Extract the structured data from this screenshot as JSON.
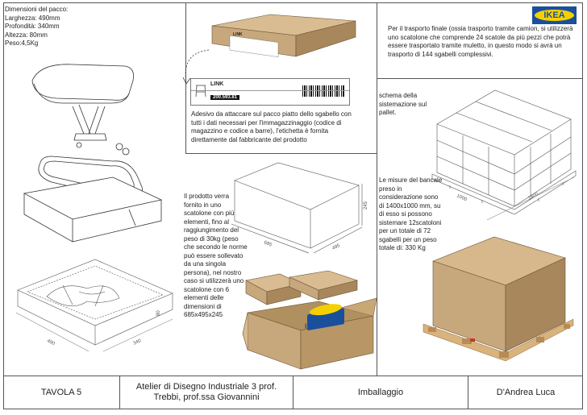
{
  "dimensions": {
    "title": "Dimensioni del pacco:",
    "width": "Larghezza:  490mm",
    "depth": "Profondità:  340mm",
    "height": "Altezza: 80mm",
    "weight": "Peso:4,5Kg"
  },
  "drawing_dims": {
    "small_w": "490",
    "small_d": "340",
    "small_h": "80",
    "big_w": "685",
    "big_d": "495",
    "big_h": "245",
    "pallet_w": "1400",
    "pallet_d": "1000"
  },
  "label": {
    "product": "LINK",
    "code": "200.593.81",
    "caption": "Adesivo da attaccare sul pacco piatto dello sgabello con tutti i dati necessari per l'immagazzinaggio (codice di magazzino e codice a barre), l'etichetta è fornita direttamente dal fabbricante del prodotto"
  },
  "brand": "IKEA",
  "transport_note": "Per il trasporto finale (ossia trasporto tramite camion, si utilizzerà uno scatolone che comprende 24 scatole da più pezzi che potrà essere trasportato tramite muletto, in questo modo si avrà un trasporto di 144 sgabelli complessivi.",
  "pallet_schema": "schema della sistemazione sul pallet.",
  "box_note": "Il prodotto verra fornito in uno scatolone con più elementi, fino al raggiungimento del peso di 30kg (peso che secondo le norme può essere sollevato da una singola persona), nel nostro caso si utilizzerà uno scatolone con 6 elementi delle dimensioni di 685x495x245",
  "pallet_note": "Le misure del bancale preso in considerazione sono di 1400x1000 mm, su di esso si possono sistemare 12scatoloni per un totale di 72 sgabelli per un peso totale di: 330 Kg",
  "footer": {
    "tavola": "TAVOLA 5",
    "atelier": "Atelier di Disegno Industriale 3 prof. Trebbi, prof.ssa Giovannini",
    "topic": "Imballaggio",
    "author": "D'Andrea Luca"
  },
  "colors": {
    "cardboard": "#c7a77c",
    "cardboard_dark": "#a9875c",
    "ikea_blue": "#1a4f9c",
    "ikea_yellow": "#f5d000",
    "pallet_wood": "#d9b27c"
  }
}
